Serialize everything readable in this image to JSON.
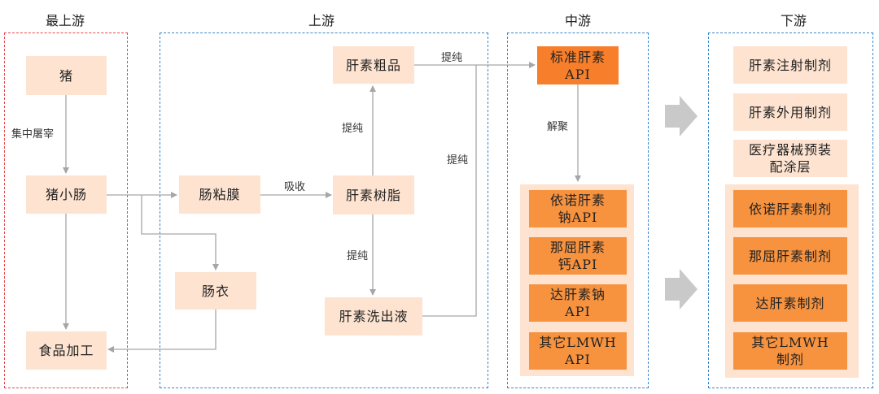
{
  "headers": {
    "top_upstream": "最上游",
    "upstream": "上游",
    "midstream": "中游",
    "downstream": "下游"
  },
  "nodes": {
    "pig": "猪",
    "pig_intestine": "猪小肠",
    "food_processing": "食品加工",
    "mucosa": "肠粘膜",
    "casing": "肠衣",
    "crude_heparin": "肝素粗品",
    "heparin_resin": "肝素树脂",
    "heparin_eluate": "肝素洗出液",
    "std_api_l1": "标准肝素",
    "std_api_l2": "API",
    "enox_api_l1": "依诺肝素",
    "enox_api_l2": "钠API",
    "nadro_api_l1": "那屈肝素",
    "nadro_api_l2": "钙API",
    "dalte_api_l1": "达肝素钠",
    "dalte_api_l2": "API",
    "other_api_l1": "其它LMWH",
    "other_api_l2": "API",
    "inj": "肝素注射制剂",
    "topical": "肝素外用制剂",
    "device_l1": "医疗器械预装",
    "device_l2": "配涂层",
    "enox_prep": "依诺肝素制剂",
    "nadro_prep": "那屈肝素制剂",
    "dalte_prep": "达肝素制剂",
    "other_prep_l1": "其它LMWH",
    "other_prep_l2": "制剂"
  },
  "edge_labels": {
    "slaughter": "集中屠宰",
    "absorb": "吸收",
    "purify_up": "提纯",
    "purify_down": "提纯",
    "purify_right": "提纯",
    "purify_top": "提纯",
    "depolymerize": "解聚"
  },
  "colors": {
    "light_box": "#fde3d0",
    "orange_box": "#f7923f",
    "standard_api_box": "#f77e2a",
    "red_dash": "#e8454a",
    "blue_dash": "#3b86c6",
    "arrow": "#a6a6a6",
    "big_arrow": "#c9c9c9"
  }
}
